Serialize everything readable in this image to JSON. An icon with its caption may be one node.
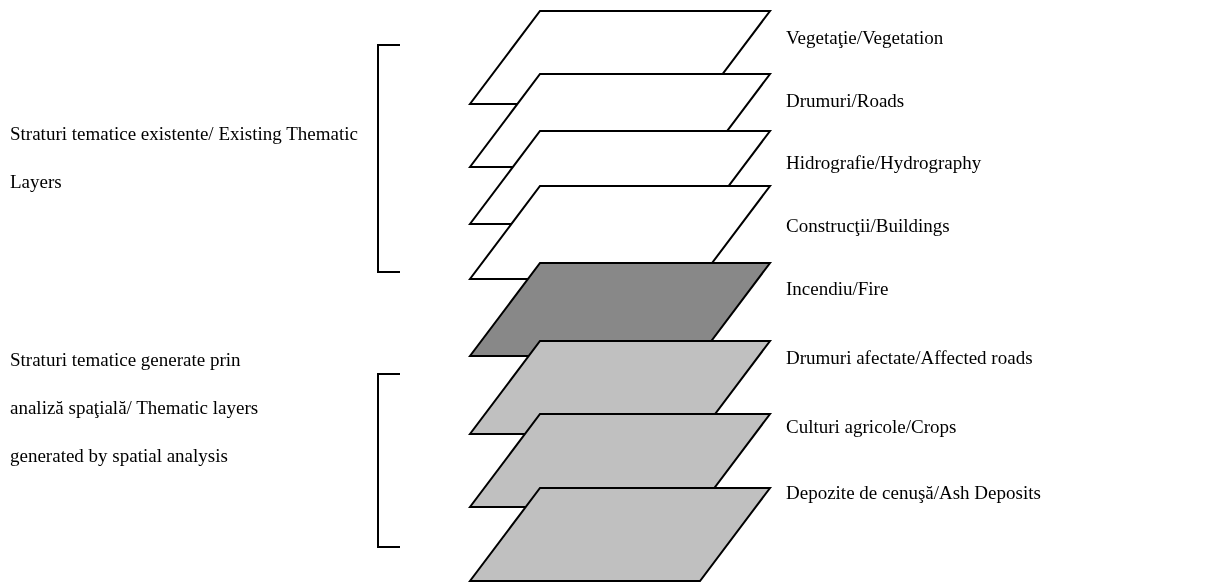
{
  "diagram": {
    "nodes": [
      {
        "text": [],
        "shape": "parallelogram",
        "beside": [
          "Vegetaţie/Vegetation"
        ]
      },
      {
        "text": [],
        "shape": "parallelogram",
        "beside": [
          "Drumuri/Roads"
        ]
      },
      {
        "text": [],
        "shape": "parallelogram",
        "beside": [
          "Hidrografie/Hydrography"
        ]
      },
      {
        "text": [],
        "shape": "parallelogram",
        "beside": [
          "Construcţii/Buildings"
        ]
      },
      {
        "text": [],
        "shape": "parallelogram",
        "beside": [
          "Incendiu/Fire"
        ]
      },
      {
        "text": [],
        "shape": "parallelogram",
        "beside": [
          "Drumuri afectate/Affected roads"
        ]
      },
      {
        "text": [],
        "shape": "parallelogram",
        "beside": [
          "Culturi agricole/Crops"
        ]
      },
      {
        "text": [],
        "shape": "parallelogram",
        "beside": [
          "Depozite de cenuşă/Ash Deposits"
        ]
      }
    ],
    "labels": [
      "Straturi tematice existente/ Existing Thematic Layers",
      "Straturi tematice generate prin analiză spaţială/ Thematic layers generated by spatial analysis"
    ]
  }
}
